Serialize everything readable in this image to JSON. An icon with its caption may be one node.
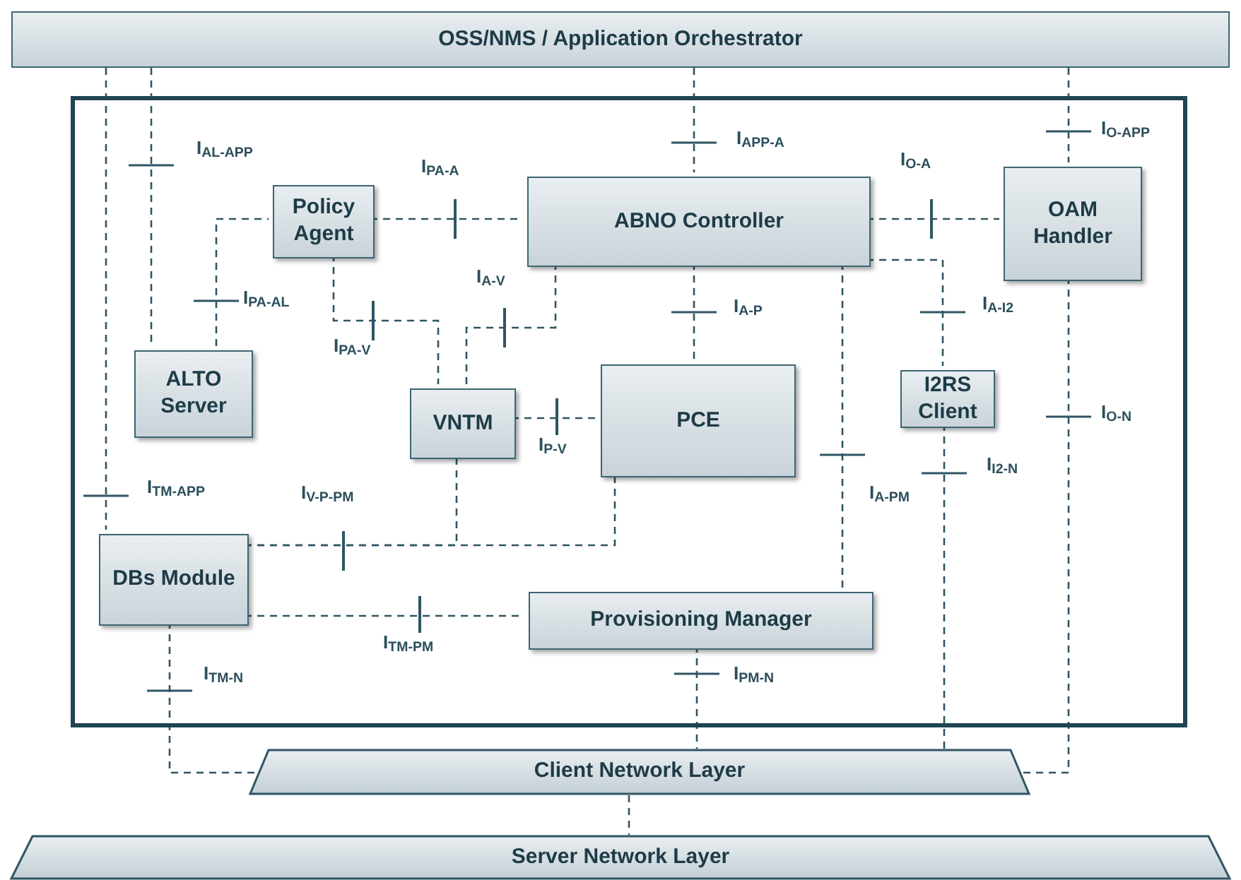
{
  "diagram": {
    "nodes": [
      {
        "text": [
          "OSS/NMS / Application Orchestrator"
        ]
      },
      {
        "text": [],
        "shape": "box"
      },
      {
        "text": [
          "Policy Agent"
        ],
        "in": 1
      },
      {
        "text": [
          "ABNO Controller"
        ],
        "in": 1
      },
      {
        "text": [
          "OAM Handler"
        ],
        "in": 1
      },
      {
        "text": [
          "ALTO Server"
        ],
        "in": 1
      },
      {
        "text": [
          "VNTM"
        ],
        "in": 1
      },
      {
        "text": [
          "PCE"
        ],
        "in": 1
      },
      {
        "text": [
          "I2RS Client"
        ],
        "in": 1
      },
      {
        "text": [
          "DBs Module"
        ],
        "in": 1
      },
      {
        "text": [
          "Provisioning Manager"
        ],
        "in": 1
      },
      {
        "text": [
          "Client Network Layer"
        ]
      },
      {
        "text": [
          "Server Network Layer"
        ]
      }
    ],
    "edges": [
      {
        "from": 0,
        "to": 5,
        "arrow": "none",
        "label": "I$_{AL-APP}$"
      },
      {
        "from": 5,
        "to": 2,
        "arrow": "none",
        "label": "I$_{PA-AL}$"
      },
      {
        "from": 2,
        "to": 3,
        "arrow": "none",
        "label": "I$_{PA-A}$"
      },
      {
        "from": 2,
        "to": 6,
        "arrow": "none",
        "label": "I$_{PA-V}$"
      },
      {
        "from": 3,
        "to": 6,
        "arrow": "none",
        "label": "I$_{A-V}$"
      },
      {
        "from": 0,
        "to": 3,
        "arrow": "none",
        "label": "I$_{APP-A}$"
      },
      {
        "from": 3,
        "to": 4,
        "arrow": "none",
        "label": "I$_{O-A}$"
      },
      {
        "from": 0,
        "to": 4,
        "arrow": "none",
        "label": "I$_{O-APP}$"
      },
      {
        "from": 3,
        "to": 7,
        "arrow": "none",
        "label": "I$_{A-P}$"
      },
      {
        "from": 3,
        "to": 8,
        "arrow": "none",
        "label": "I$_{A-I2}$"
      },
      {
        "from": 3,
        "to": 10,
        "arrow": "none",
        "label": "I$_{A-PM}$"
      },
      {
        "from": 6,
        "to": 7,
        "arrow": "none",
        "label": "I$_{P-V}$"
      },
      {
        "from": 0,
        "to": 9,
        "arrow": "none",
        "label": "I$_{TM-APP}$"
      },
      {
        "from": 9,
        "to": 6,
        "arrow": "none",
        "label": "I$_{V-P-PM}$"
      },
      {
        "from": 9,
        "to": 7,
        "arrow": "none"
      },
      {
        "from": 9,
        "to": 10,
        "arrow": "none",
        "label": "I$_{TM-PM}$"
      },
      {
        "from": 9,
        "to": 11,
        "arrow": "none",
        "label": "I$_{TM-N}$"
      },
      {
        "from": 10,
        "to": 11,
        "arrow": "none",
        "label": "I$_{PM-N}$"
      },
      {
        "from": 8,
        "to": 11,
        "arrow": "none",
        "label": "I$_{I2-N}$"
      },
      {
        "from": 4,
        "to": 11,
        "arrow": "none",
        "label": "I$_{O-N}$"
      },
      {
        "from": 11,
        "to": 12,
        "arrow": "none"
      }
    ]
  }
}
